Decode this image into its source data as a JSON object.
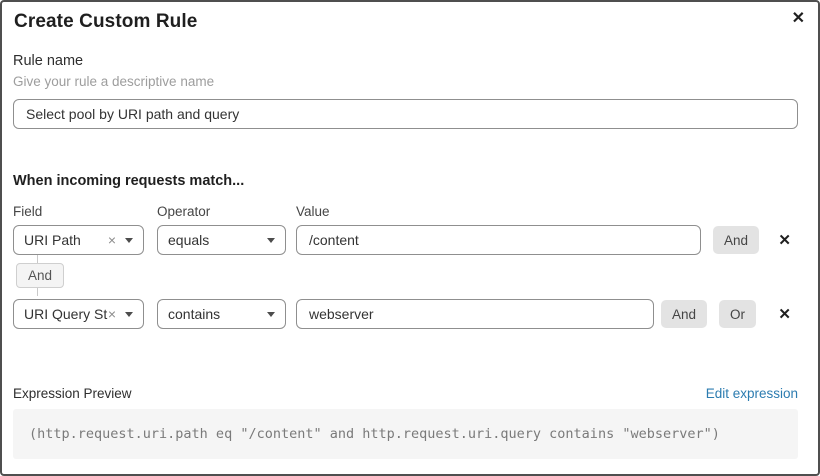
{
  "dialog": {
    "title": "Create Custom Rule"
  },
  "icons": {
    "close": "✕",
    "clear": "×",
    "remove": "✕"
  },
  "rule_name": {
    "label": "Rule name",
    "helper": "Give your rule a descriptive name",
    "value": "Select pool by URI path and query"
  },
  "matcher": {
    "heading": "When incoming requests match...",
    "columns": {
      "field": "Field",
      "operator": "Operator",
      "value": "Value"
    },
    "connector": "And",
    "rows": [
      {
        "field": "URI Path",
        "operator": "equals",
        "value": "/content",
        "buttons": [
          "And"
        ]
      },
      {
        "field": "URI Query St...",
        "operator": "contains",
        "value": "webserver",
        "buttons": [
          "And",
          "Or"
        ]
      }
    ]
  },
  "expression": {
    "label": "Expression Preview",
    "edit_link": "Edit expression",
    "code": "(http.request.uri.path eq \"/content\" and http.request.uri.query contains \"webserver\")"
  },
  "colors": {
    "link_blue": "#2c7cb0",
    "button_gray": "#e3e3e3",
    "code_bg": "#f5f5f5",
    "input_border": "#8f8f8f"
  }
}
